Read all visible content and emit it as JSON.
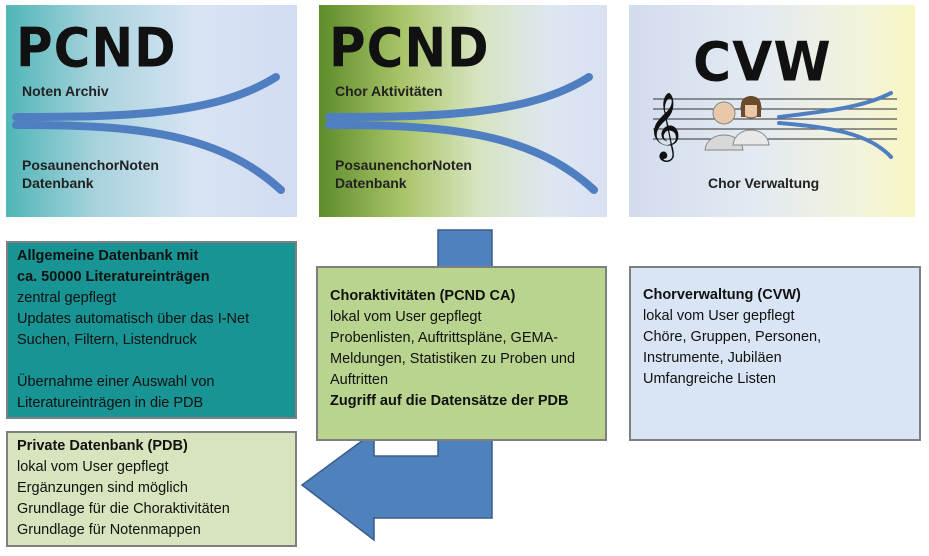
{
  "logos": [
    {
      "title": "PCND",
      "line1": "Noten Archiv",
      "line2": "PosaunenchorNoten",
      "line3": "Datenbank"
    },
    {
      "title": "PCND",
      "line1": "Chor Aktivitäten",
      "line2": "PosaunenchorNoten",
      "line3": "Datenbank"
    },
    {
      "title": "CVW",
      "line1": "Chor Verwaltung"
    }
  ],
  "boxes": {
    "allgemein": {
      "lines_bold": [
        "Allgemeine Datenbank mit",
        "ca. 50000 Literatureinträgen"
      ],
      "lines": [
        "zentral gepflegt",
        "Updates automatisch über das I-Net",
        "Suchen, Filtern, Listendruck"
      ],
      "lines2": [
        "Übernahme einer Auswahl von",
        "Literatureinträgen in die PDB"
      ]
    },
    "privat": {
      "title": "Private Datenbank (PDB)",
      "lines": [
        "lokal vom User gepflegt",
        "Ergänzungen sind möglich",
        "Grundlage für die Choraktivitäten",
        "Grundlage für Notenmappen"
      ]
    },
    "choraktivitaeten": {
      "title": "Choraktivitäten (PCND CA)",
      "lines": [
        "lokal vom User gepflegt",
        "Probenlisten, Auftrittspläne, GEMA-",
        "Meldungen, Statistiken zu Proben und",
        "Auftritten"
      ],
      "footer": "Zugriff auf die Datensätze der PDB"
    },
    "chorverwaltung": {
      "title": "Chorverwaltung (CVW)",
      "lines": [
        "lokal vom User gepflegt",
        "Chöre, Gruppen, Personen,",
        "Instrumente, Jubiläen",
        "Umfangreiche Listen"
      ]
    }
  },
  "colors": {
    "arrow": "#4f81bd",
    "arrow_border": "#385d8a",
    "teal": "#199494",
    "light_green": "#d7e4bd",
    "green": "#b9d48f",
    "light_blue": "#d9e5f4"
  }
}
